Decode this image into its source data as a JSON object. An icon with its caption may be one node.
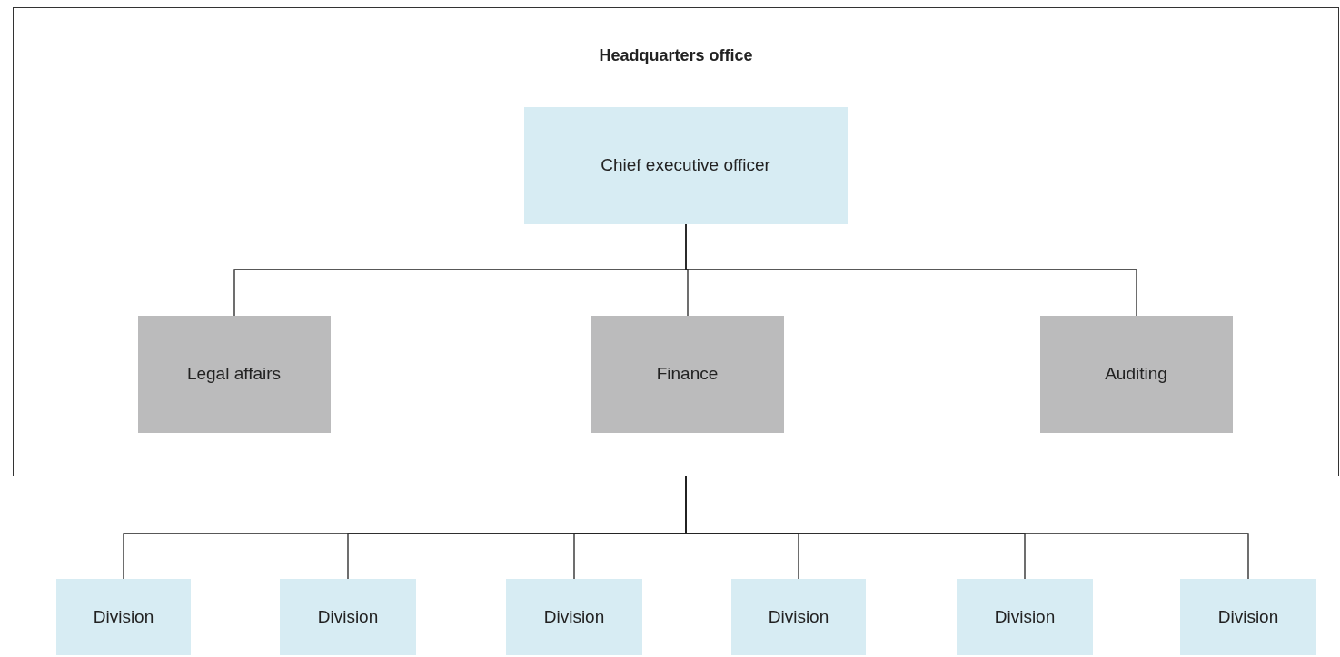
{
  "diagram": {
    "nodes": [
      {
        "text": [
          "Headquarters office"
        ]
      },
      {
        "text": [
          "Chief executive officer"
        ],
        "in": 0
      },
      {
        "text": [
          "Legal affairs"
        ],
        "in": 0
      },
      {
        "text": [
          "Finance"
        ],
        "in": 0
      },
      {
        "text": [
          "Auditing"
        ],
        "in": 0
      },
      {
        "text": [
          "Division"
        ]
      },
      {
        "text": [
          "Division"
        ]
      },
      {
        "text": [
          "Division"
        ]
      },
      {
        "text": [
          "Division"
        ]
      },
      {
        "text": [
          "Division"
        ]
      },
      {
        "text": [
          "Division"
        ]
      }
    ],
    "edges": [
      {
        "from": 1,
        "to": 2,
        "arrow": "none"
      },
      {
        "from": 1,
        "to": 3,
        "arrow": "none"
      },
      {
        "from": 1,
        "to": 4,
        "arrow": "none"
      },
      {
        "from": 0,
        "to": 5,
        "arrow": "none"
      },
      {
        "from": 0,
        "to": 6,
        "arrow": "none"
      },
      {
        "from": 0,
        "to": 7,
        "arrow": "none"
      },
      {
        "from": 0,
        "to": 8,
        "arrow": "none"
      },
      {
        "from": 0,
        "to": 9,
        "arrow": "none"
      },
      {
        "from": 0,
        "to": 10,
        "arrow": "none"
      }
    ]
  }
}
